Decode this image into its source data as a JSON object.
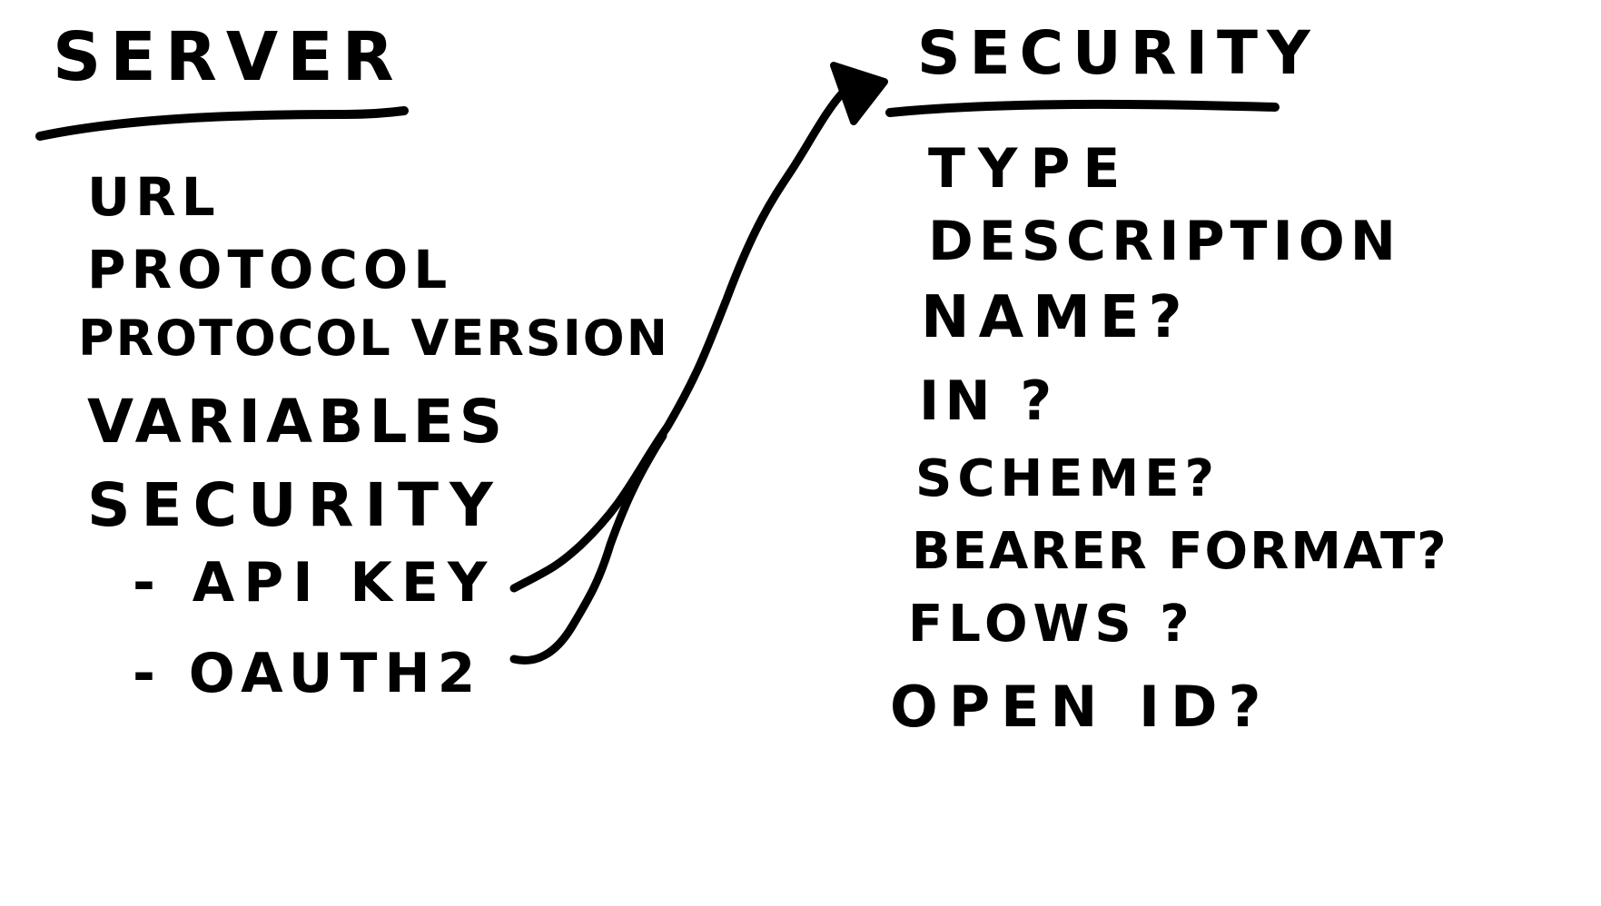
{
  "left": {
    "title": "SERVER",
    "items": {
      "url": "URL",
      "protocol": "PROTOCOL",
      "protocol_version": "PROTOCOL VERSION",
      "variables": "VARIABLES",
      "security": "SECURITY",
      "api_key": "- API KEY",
      "oauth2": "- OAUTH2"
    }
  },
  "right": {
    "title": "SECURITY",
    "items": {
      "type": "TYPE",
      "description": "DESCRIPTION",
      "name": "NAME?",
      "in": "IN ?",
      "scheme": "SCHEME?",
      "bearer_format": "BEARER FORMAT?",
      "flows": "FLOWS ?",
      "open_id": "OPEN ID?"
    }
  },
  "colors": {
    "ink": "#000000",
    "paper": "#ffffff"
  }
}
